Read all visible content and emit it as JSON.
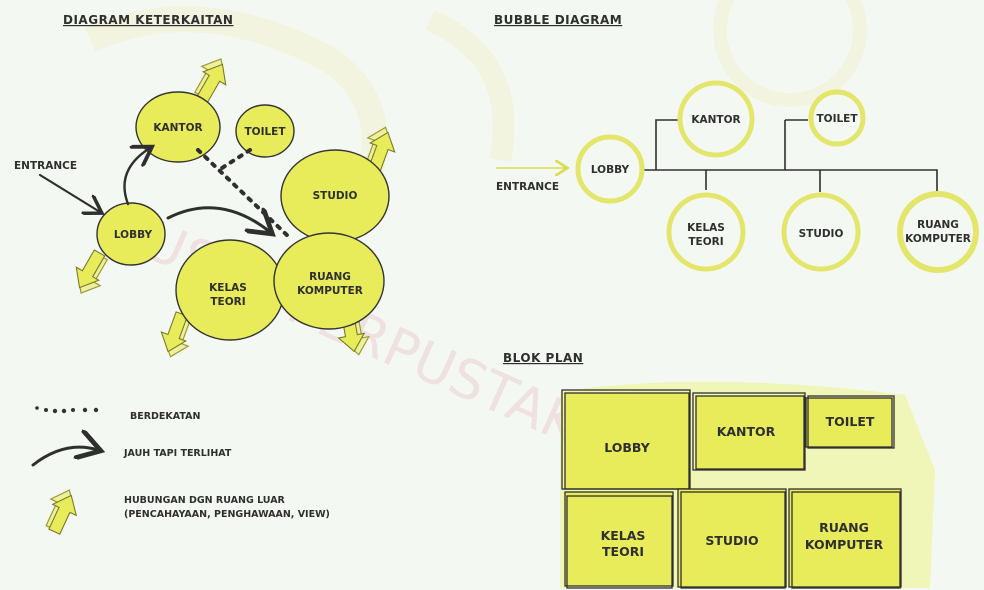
{
  "diagram_keterkaitan": {
    "title": "DIAGRAM KETERKAITAN",
    "entrance": "ENTRANCE",
    "nodes": {
      "kantor": "KANTOR",
      "toilet": "TOILET",
      "lobby": "LOBBY",
      "studio": "STUDIO",
      "kelas_1": "KELAS",
      "kelas_2": "TEORI",
      "ruang_1": "RUANG",
      "ruang_2": "KOMPUTER"
    }
  },
  "bubble_diagram": {
    "title": "BUBBLE DIAGRAM",
    "entrance": "ENTRANCE",
    "nodes": {
      "lobby": "LOBBY",
      "kantor": "KANTOR",
      "toilet": "TOILET",
      "kelas_1": "KELAS",
      "kelas_2": "TEORI",
      "studio": "STUDIO",
      "ruang_1": "RUANG",
      "ruang_2": "KOMPUTER"
    }
  },
  "blok_plan": {
    "title": "BLOK PLAN",
    "rooms": {
      "lobby": "LOBBY",
      "kantor": "KANTOR",
      "toilet": "TOILET",
      "kelas_1": "KELAS",
      "kelas_2": "TEORI",
      "studio": "STUDIO",
      "ruang_1": "RUANG",
      "ruang_2": "KOMPUTER"
    }
  },
  "legend": {
    "berdekatan": "BERDEKATAN",
    "jauh": "JAUH TAPI TERLIHAT",
    "hubungan_1": "HUBUNGAN DGN RUANG LUAR",
    "hubungan_2": "(PENCAHAYAAN, PENGHAWAAN, VIEW)"
  },
  "watermark": "PUSAT PERPUSTAKAAN",
  "colors": {
    "yellow": "#e8ec5a",
    "yellow_ring": "#e3e66a",
    "ink": "#2f2f2f",
    "background": "#f4f8f2"
  }
}
